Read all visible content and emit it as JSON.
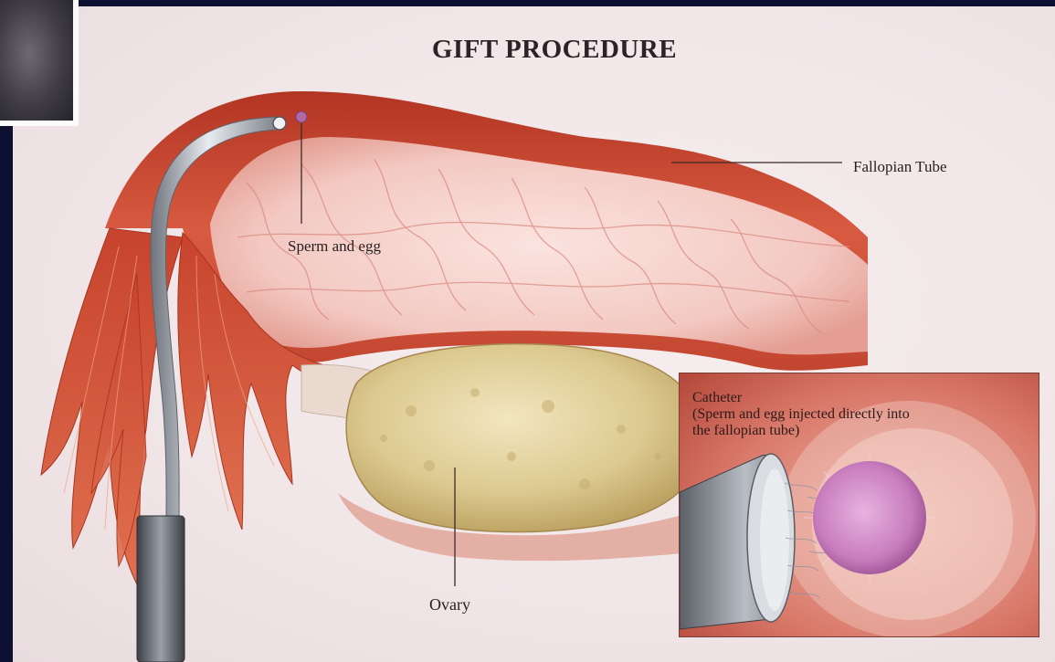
{
  "title": "GIFT PROCEDURE",
  "labels": {
    "fallopian_tube": "Fallopian Tube",
    "sperm_and_egg": "Sperm and egg",
    "ovary": "Ovary"
  },
  "inset": {
    "title": "Catheter",
    "caption_line1": "(Sperm and egg injected directly into",
    "caption_line2": "the fallopian tube)"
  },
  "colors": {
    "background_frame": "#0d1030",
    "poster": "#f1e6e8",
    "tissue_red": "#c8432f",
    "tissue_pink": "#f0c8c3",
    "ovary": "#d9c48a",
    "catheter": "#9ea3ad"
  }
}
